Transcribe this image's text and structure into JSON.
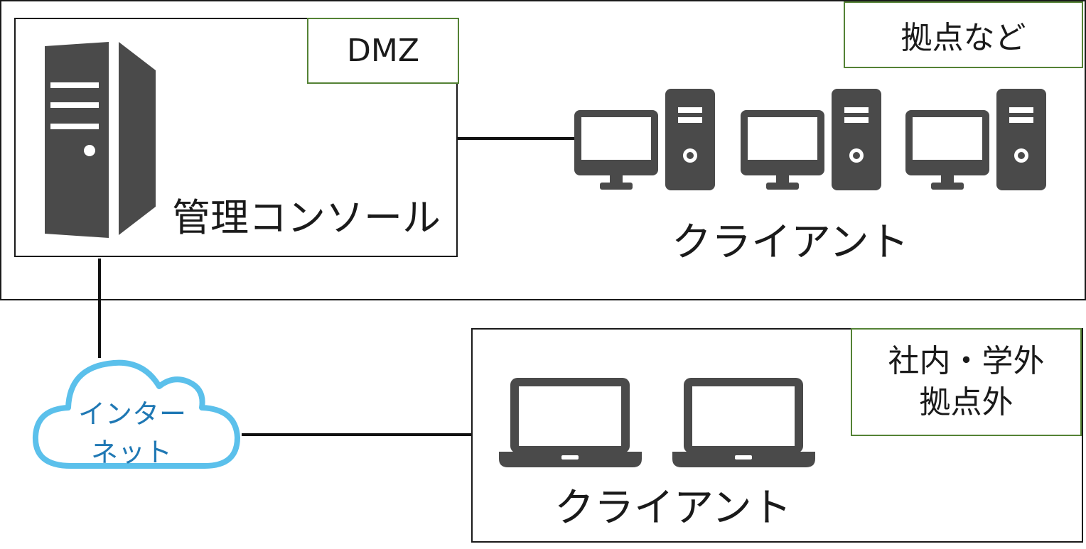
{
  "zones": {
    "site": {
      "tag": "拠点など"
    },
    "dmz": {
      "tag": "DMZ"
    },
    "offsite": {
      "tag_line1": "社内・学外",
      "tag_line2": "拠点外"
    }
  },
  "nodes": {
    "server": {
      "label": "管理コンソール",
      "icon": "server-tower-icon"
    },
    "site_clients": {
      "label": "クライアント",
      "count": 3,
      "icon": "desktop-computer-icon"
    },
    "remote_clients": {
      "label": "クライアント",
      "count": 2,
      "icon": "laptop-icon"
    },
    "internet": {
      "label_line1": "インター",
      "label_line2": "ネット",
      "icon": "cloud-icon"
    }
  },
  "colors": {
    "icon": "#4a4a4a",
    "cloud": "#5bc0eb",
    "cloud_text": "#1f78b4",
    "tag_border": "#548235",
    "line": "#111111"
  }
}
